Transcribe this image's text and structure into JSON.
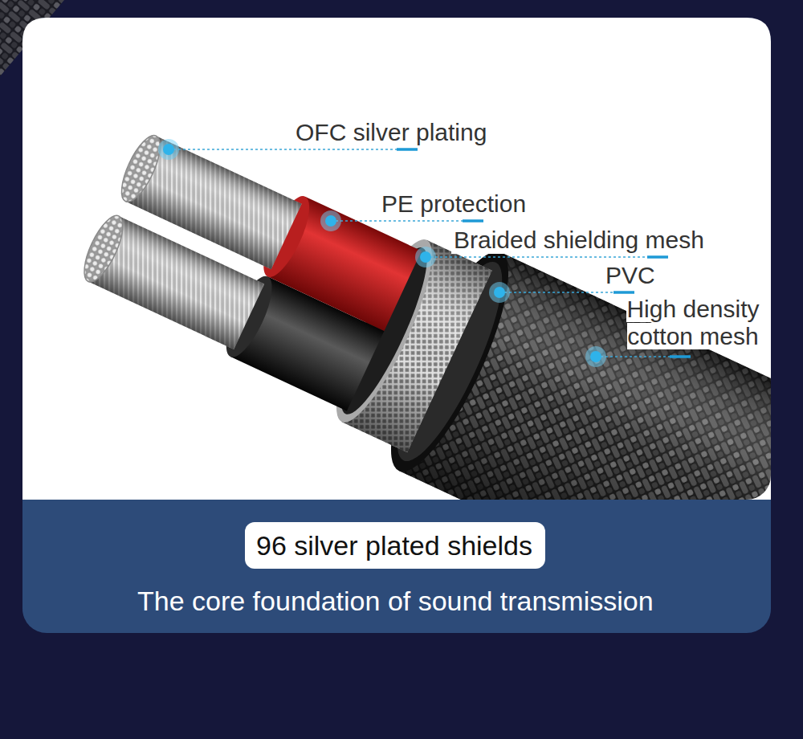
{
  "diagram": {
    "nodes": [
      {
        "text": [
          "96 silver plated shields"
        ]
      }
    ],
    "labels": [
      "OFC silver plating",
      "PE protection",
      "Braided shielding mesh",
      "PVC",
      "High density cotton mesh",
      "The core foundation of sound transmission"
    ]
  }
}
